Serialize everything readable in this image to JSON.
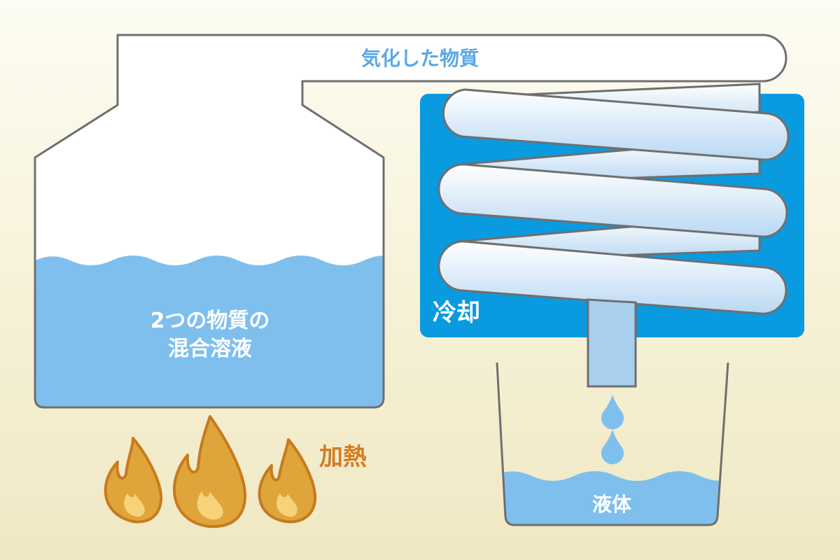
{
  "labels": {
    "vapor": "気化した物質",
    "mixture_line1": "2つの物質の",
    "mixture_line2": "混合溶液",
    "heat": "加熱",
    "cooling": "冷却",
    "liquid": "液体"
  },
  "colors": {
    "background": "#f6f1d6",
    "outline": "#6f6f6f",
    "water": "#7fbfed",
    "cooler": "#0a9ae0",
    "vapor_text": "#5aa9e6",
    "heat_text": "#d17d22",
    "flame_fill": "#e0a53a",
    "flame_stroke": "#c77a1e"
  }
}
